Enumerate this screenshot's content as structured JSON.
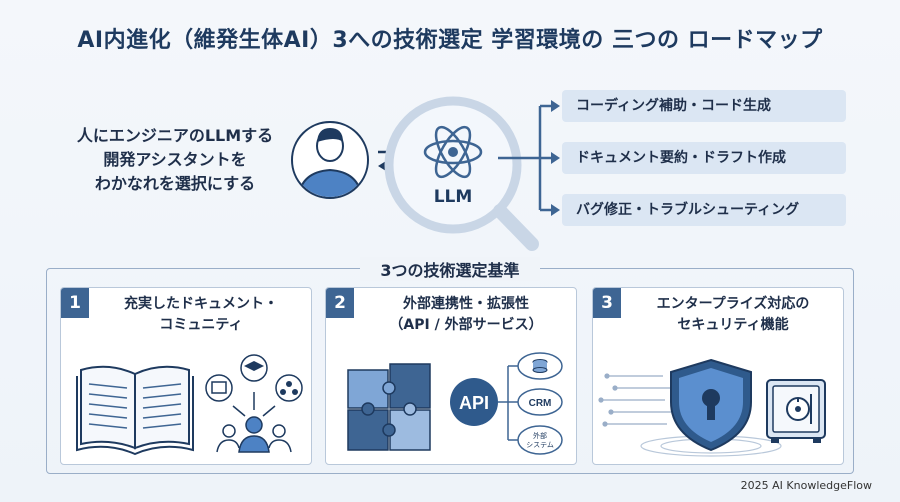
{
  "title": "AI内進化（維発生体AI）3への技術選定 学習環境の 三つの ロードマップ",
  "intro": {
    "line1": "人にエンジニアのLLMする",
    "line2": "開発アシスタントを",
    "line3": "わかなれを選択にする"
  },
  "llm_label": "LLM",
  "capabilities": [
    "コーディング補助・コード生成",
    "ドキュメント要約・ドラフト作成",
    "バグ修正・トラブルシューティング"
  ],
  "criteria_title": "3つの技術選定基準",
  "criteria": [
    {
      "number": "1",
      "line1": "充実したドキュメント・",
      "line2": "コミュニティ"
    },
    {
      "number": "2",
      "line1": "外部連携性・拡張性",
      "line2": "（API / 外部サービス）"
    },
    {
      "number": "3",
      "line1": "エンタープライズ対応の",
      "line2": "セキュリティ機能"
    }
  ],
  "api_diagram": {
    "api_label": "API",
    "crm_label": "CRM",
    "external_line1": "外部",
    "external_line2": "システム"
  },
  "footer": "2025 AI KnowledgeFlow",
  "colors": {
    "primary": "#1e3a5f",
    "accent": "#3e6593",
    "bubble": "#dbe6f3"
  }
}
